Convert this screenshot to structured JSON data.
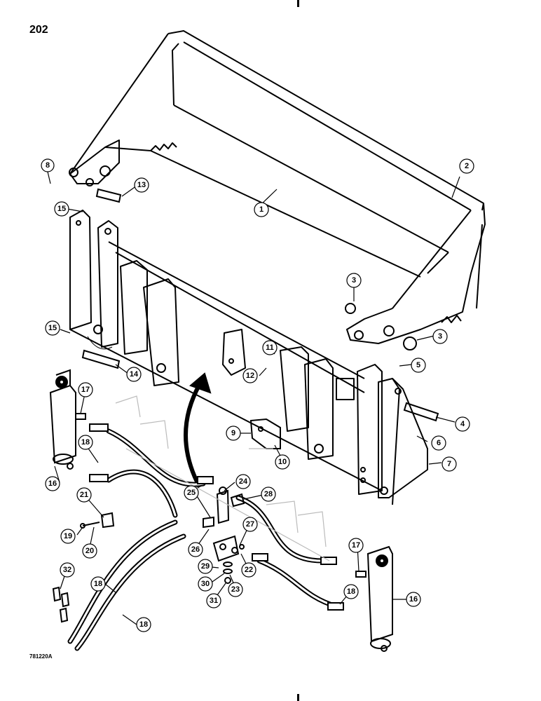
{
  "page_number": "202",
  "drawing_code": "781220A",
  "callouts": [
    {
      "n": "1"
    },
    {
      "n": "2"
    },
    {
      "n": "3"
    },
    {
      "n": "3"
    },
    {
      "n": "4"
    },
    {
      "n": "5"
    },
    {
      "n": "6"
    },
    {
      "n": "7"
    },
    {
      "n": "8"
    },
    {
      "n": "9"
    },
    {
      "n": "10"
    },
    {
      "n": "11"
    },
    {
      "n": "12"
    },
    {
      "n": "13"
    },
    {
      "n": "14"
    },
    {
      "n": "15"
    },
    {
      "n": "15"
    },
    {
      "n": "16"
    },
    {
      "n": "16"
    },
    {
      "n": "17"
    },
    {
      "n": "17"
    },
    {
      "n": "18"
    },
    {
      "n": "18"
    },
    {
      "n": "18"
    },
    {
      "n": "18"
    },
    {
      "n": "19"
    },
    {
      "n": "20"
    },
    {
      "n": "21"
    },
    {
      "n": "22"
    },
    {
      "n": "23"
    },
    {
      "n": "24"
    },
    {
      "n": "25"
    },
    {
      "n": "26"
    },
    {
      "n": "27"
    },
    {
      "n": "28"
    },
    {
      "n": "29"
    },
    {
      "n": "30"
    },
    {
      "n": "31"
    },
    {
      "n": "32"
    }
  ]
}
